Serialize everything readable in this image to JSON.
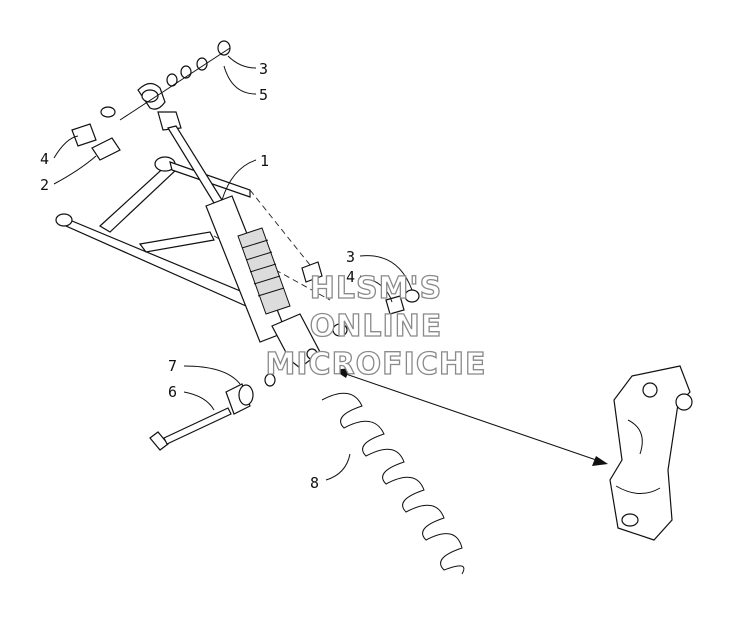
{
  "callouts": [
    {
      "id": "c3a",
      "label": "3"
    },
    {
      "id": "c5",
      "label": "5"
    },
    {
      "id": "c4a",
      "label": "4"
    },
    {
      "id": "c2",
      "label": "2"
    },
    {
      "id": "c1",
      "label": "1"
    },
    {
      "id": "c3b",
      "label": "3"
    },
    {
      "id": "c4b",
      "label": "4"
    },
    {
      "id": "c7",
      "label": "7"
    },
    {
      "id": "c6",
      "label": "6"
    },
    {
      "id": "c8",
      "label": "8"
    }
  ],
  "watermark": {
    "line1": "HLSM'S",
    "line2": "ONLINE",
    "line3": "MICROFICHE"
  }
}
